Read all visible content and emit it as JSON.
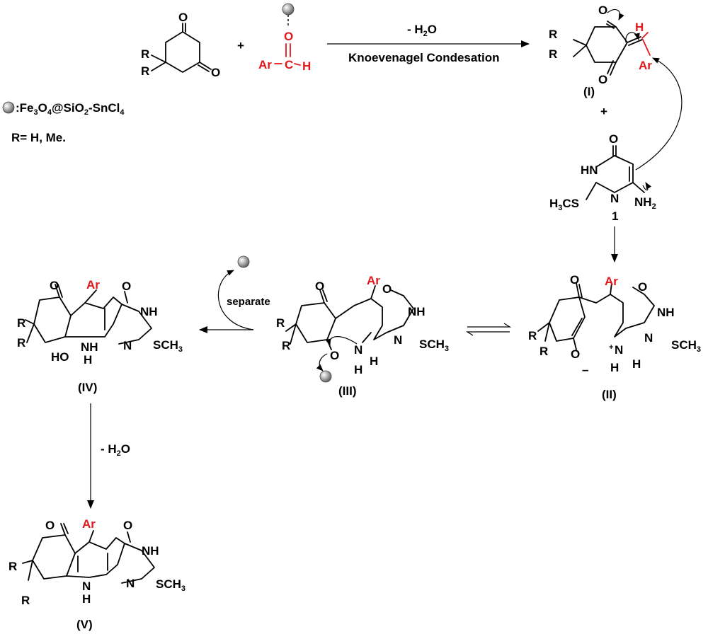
{
  "step1": {
    "above": "- H",
    "above_sub": "2",
    "above_tail": "O",
    "below": "Knoevenagel Condesation"
  },
  "legend": {
    "cat_prefix": ":Fe",
    "cat_s1": "3",
    "cat_o": "O",
    "cat_s2": "4",
    "cat_at": "@SiO",
    "cat_s3": "2",
    "cat_sn": "-SnCl",
    "cat_s4": "4",
    "r_def": "R= H, Me."
  },
  "plus": "+",
  "separate": "separate",
  "step_last": {
    "text": "- H",
    "sub": "2",
    "tail": "O"
  },
  "labels": {
    "I": "(I)",
    "II": "(II)",
    "III": "(III)",
    "IV": "(IV)",
    "V": "(V)",
    "cmpd1": "1"
  },
  "atoms": {
    "O": "O",
    "R": "R",
    "Ar": "Ar",
    "H": "H",
    "C": "C",
    "NH": "NH",
    "N": "N",
    "HN": "HN",
    "HO": "HO",
    "S": "SCH",
    "S3": "3",
    "H3CS": "H",
    "H3CS_sub": "3",
    "H3CS_tail": "CS",
    "NH2": "NH",
    "NH2_sub": "2",
    "minus": "–",
    "plusch": "+"
  },
  "colors": {
    "highlight": "#e3161b",
    "ink": "#000000",
    "catalyst": "#8c8c8c"
  }
}
